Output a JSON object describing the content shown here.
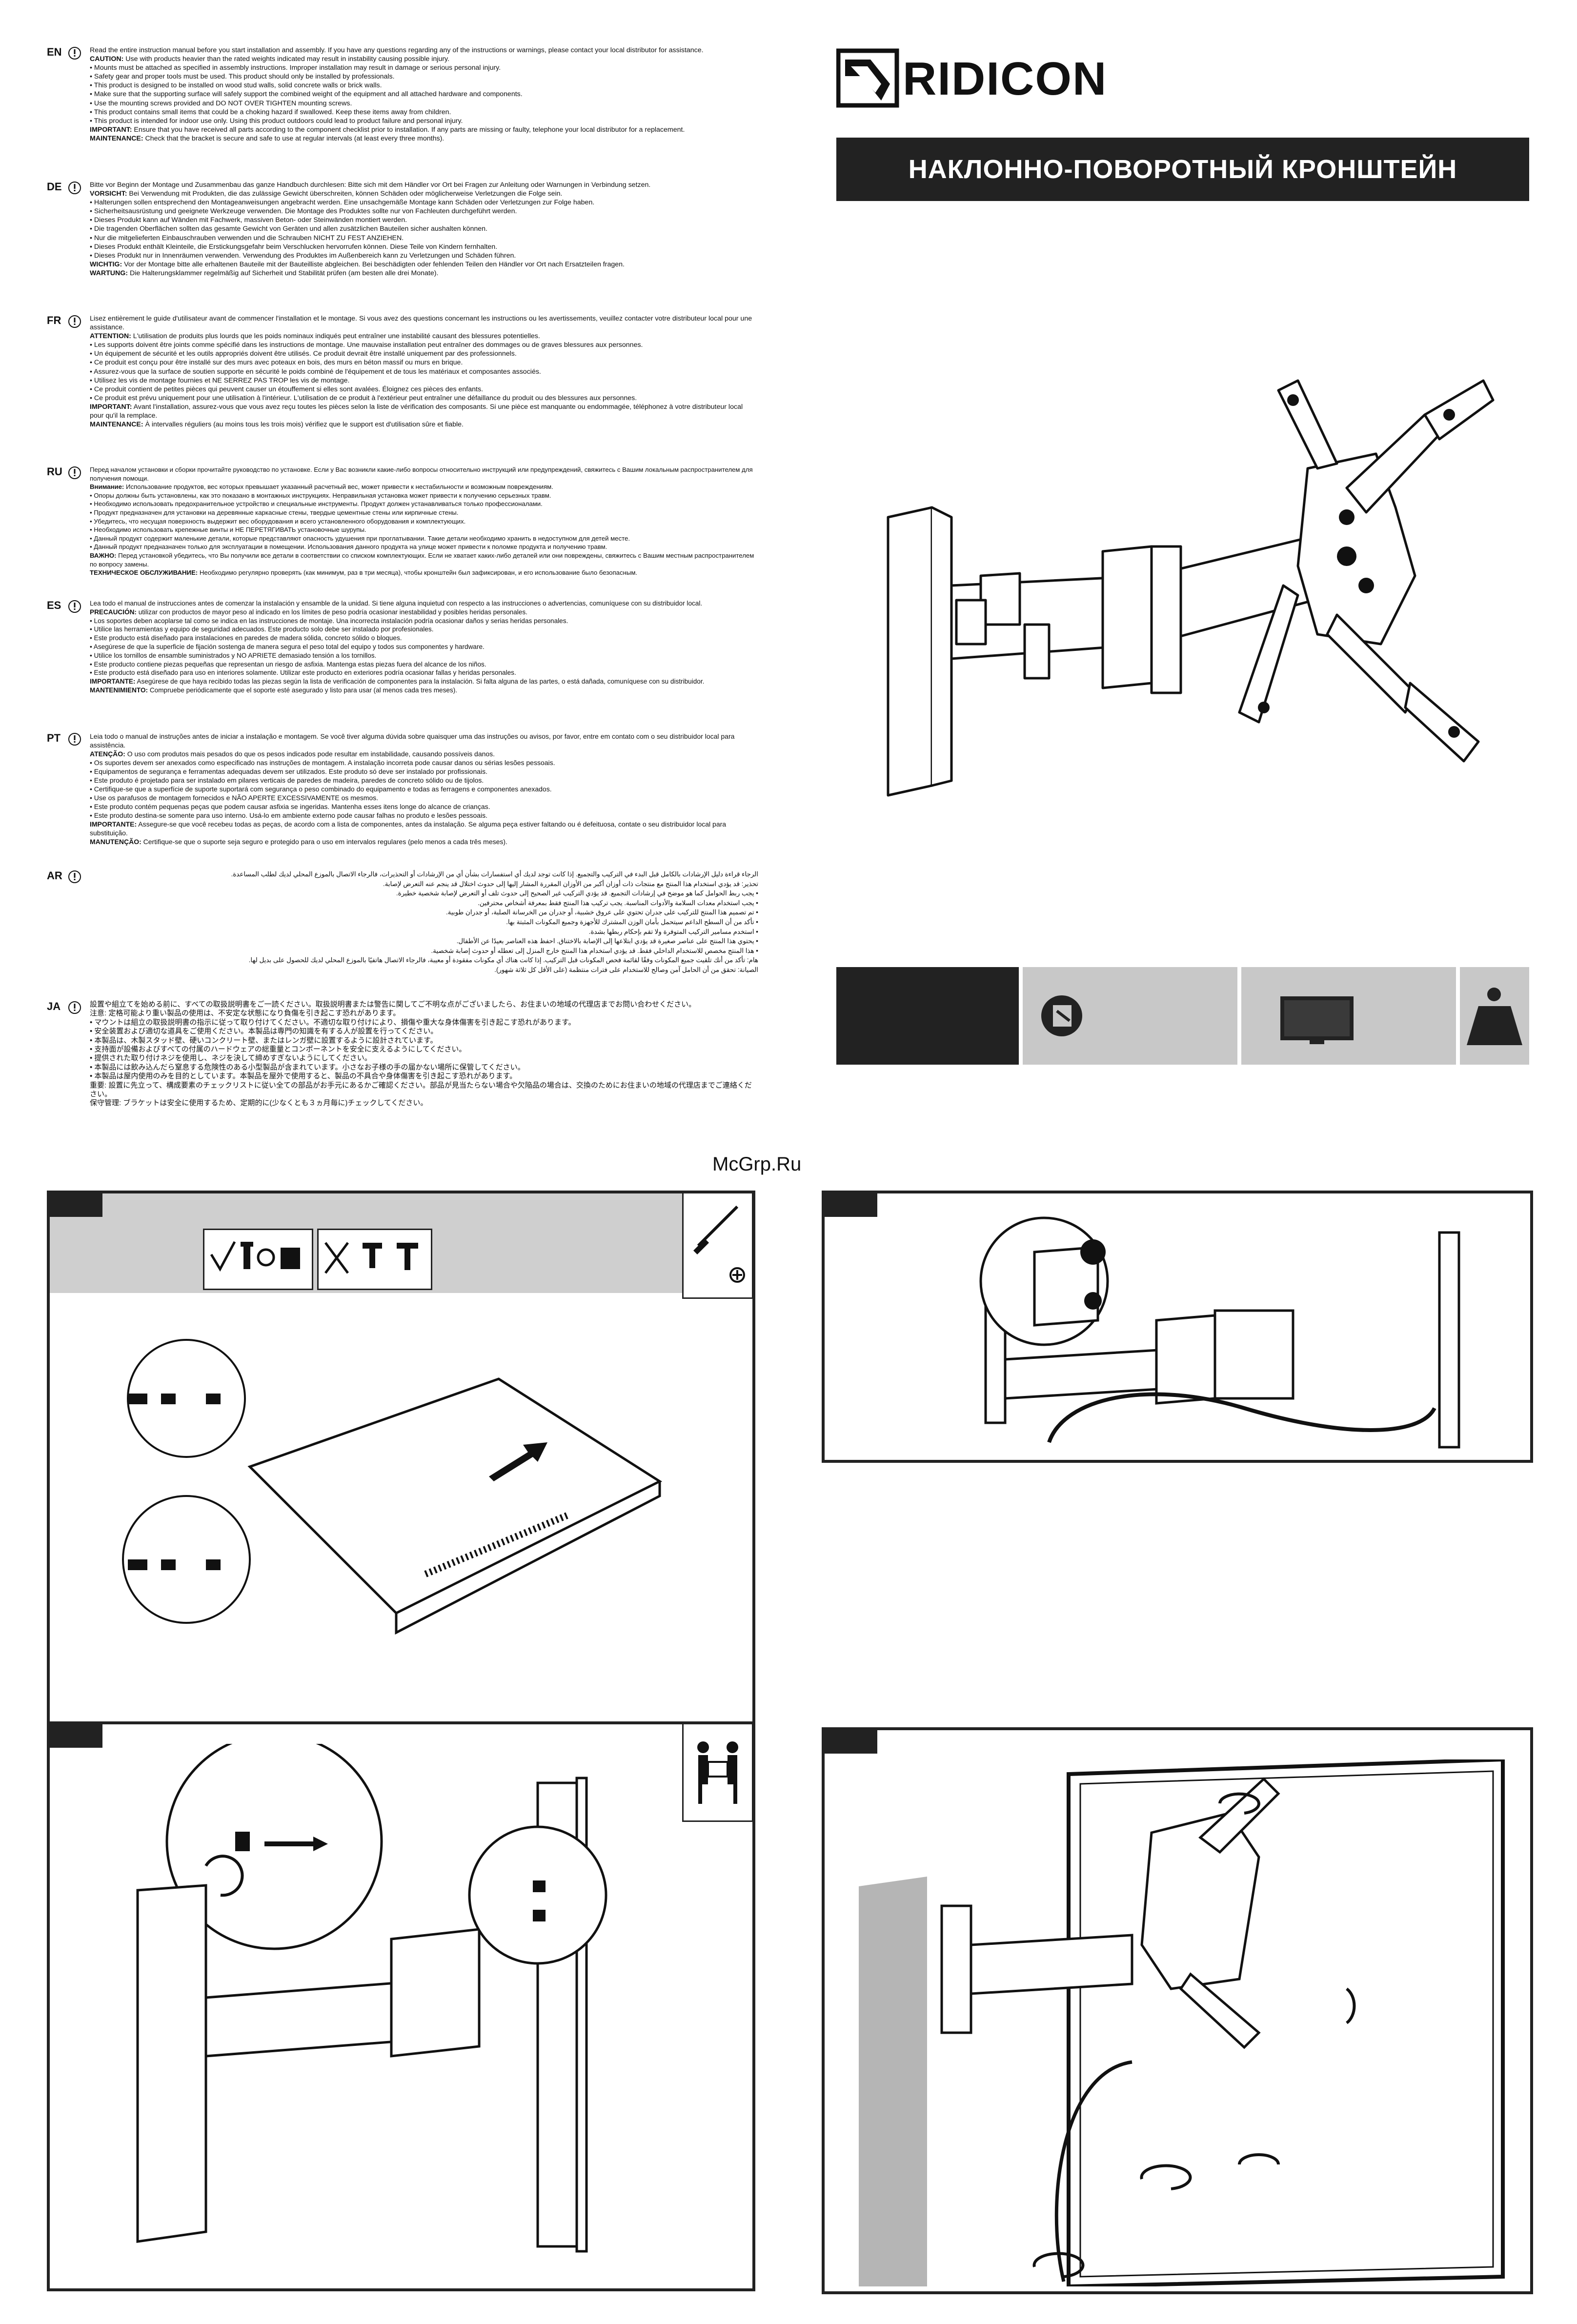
{
  "brand": {
    "name": "RIDICON"
  },
  "product_title": "НАКЛОННО-ПОВОРОТНЫЙ КРОНШТЕЙН",
  "watermark": "McGrp.Ru",
  "icons": [
    "wall-mount-icon",
    "tv-screen-icon",
    "weight-icon",
    "warning-icon",
    "screwdriver-icon",
    "two-person-lift-icon"
  ],
  "colors": {
    "dark": "#222222",
    "gray": "#c8c8c8",
    "white": "#ffffff"
  },
  "sections": [
    {
      "code": "EN",
      "lines": [
        "Read the entire instruction manual before you start installation and assembly. If you have any questions regarding any of the instructions or warnings, please contact your local distributor for assistance.",
        "CAUTION: Use with products heavier than the rated weights indicated may result in instability causing possible injury.",
        "• Mounts must be attached as specified in assembly instructions. Improper installation may result in damage or serious personal injury.",
        "• Safety gear and proper tools must be used. This product should only be installed by professionals.",
        "• This product is designed to be installed on wood stud walls, solid concrete walls or brick walls.",
        "• Make sure that the supporting surface will safely support the combined weight of the equipment and all attached hardware and components.",
        "• Use the mounting screws provided and DO NOT OVER TIGHTEN mounting screws.",
        "• This product contains small items that could be a choking hazard if swallowed. Keep these items away from children.",
        "• This product is intended for indoor use only. Using this product outdoors could lead to product failure and personal injury.",
        "IMPORTANT: Ensure that you have received all parts according to the component checklist prior to installation. If any parts are missing or faulty, telephone your local distributor for a replacement.",
        "MAINTENANCE: Check that the bracket is secure and safe to use at regular intervals (at least every three months)."
      ]
    },
    {
      "code": "DE",
      "lines": [
        "Bitte vor Beginn der Montage und Zusammenbau das ganze Handbuch durchlesen: Bitte sich mit dem Händler vor Ort bei Fragen zur Anleitung oder Warnungen in Verbindung setzen.",
        "VORSICHT: Bei Verwendung mit Produkten, die das zulässige Gewicht überschreiten, können Schäden oder möglicherweise Verletzungen die Folge sein.",
        "• Halterungen sollen entsprechend den Montageanweisungen angebracht werden. Eine unsachgemäße Montage kann Schäden oder Verletzungen zur Folge haben.",
        "• Sicherheitsausrüstung und geeignete Werkzeuge verwenden. Die Montage des Produktes sollte nur von Fachleuten durchgeführt werden.",
        "• Dieses Produkt kann auf Wänden mit Fachwerk, massiven Beton- oder Steinwänden montiert werden.",
        "• Die tragenden Oberflächen sollten das gesamte Gewicht von Geräten und allen zusätzlichen Bauteilen sicher aushalten können.",
        "• Nur die mitgelieferten Einbauschrauben verwenden und die Schrauben NICHT ZU FEST ANZIEHEN.",
        "• Dieses Produkt enthält Kleinteile, die Erstickungsgefahr beim Verschlucken hervorrufen können. Diese Teile von Kindern fernhalten.",
        "• Dieses Produkt nur in Innenräumen verwenden. Verwendung des Produktes im Außenbereich kann zu Verletzungen und Schäden führen.",
        "WICHTIG: Vor der Montage bitte alle erhaltenen Bauteile mit der Bauteilliste abgleichen. Bei beschädigten oder fehlenden Teilen den Händler vor Ort nach Ersatzteilen fragen.",
        "WARTUNG: Die Halterungsklammer regelmäßig auf Sicherheit und Stabilität prüfen (am besten alle drei Monate)."
      ]
    },
    {
      "code": "FR",
      "lines": [
        "Lisez entièrement le guide d'utilisateur avant de commencer l'installation et le montage. Si vous avez des questions concernant les instructions ou les avertissements, veuillez contacter votre distributeur local pour une assistance.",
        "ATTENTION: L'utilisation de produits plus lourds que les poids nominaux indiqués peut entraîner une instabilité causant des blessures potentielles.",
        "• Les supports doivent être joints comme spécifié dans les instructions de montage. Une mauvaise installation peut entraîner des dommages ou de graves blessures aux personnes.",
        "• Un équipement de sécurité et les outils appropriés doivent être utilisés. Ce produit devrait être installé uniquement par des professionnels.",
        "• Ce produit est conçu pour être installé sur des murs avec poteaux en bois, des murs en béton massif ou murs en brique.",
        "• Assurez-vous que la surface de soutien supporte en sécurité le poids combiné de l'équipement et de tous les matériaux et composantes associés.",
        "• Utilisez les vis de montage fournies et NE SERREZ PAS TROP les vis de montage.",
        "• Ce produit contient de petites pièces qui peuvent causer un étouffement si elles sont avalées. Éloignez ces pièces des enfants.",
        "• Ce produit est prévu uniquement pour une utilisation à l'intérieur. L'utilisation de ce produit à l'extérieur peut entraîner une défaillance du produit ou des blessures aux personnes.",
        "IMPORTANT: Avant l'installation, assurez-vous que vous avez reçu toutes les pièces selon la liste de vérification des composants. Si une pièce est manquante ou endommagée, téléphonez à votre distributeur local pour qu'il la remplace.",
        "MAINTENANCE: À intervalles réguliers (au moins tous les trois mois) vérifiez que le support est d'utilisation sûre et fiable."
      ]
    },
    {
      "code": "RU",
      "lines": [
        "Перед началом установки и сборки прочитайте руководство по установке. Если у Вас возникли какие-либо вопросы относительно инструкций или предупреждений, свяжитесь с Вашим локальным распространителем для получения помощи.",
        "Внимание: Использование продуктов, вес которых превышает указанный расчетный вес, может привести к нестабильности и возможным повреждениям.",
        "• Опоры должны быть установлены, как это показано в монтажных инструкциях. Неправильная установка может привести к получению серьезных травм.",
        "• Необходимо использовать предохранительное устройство и специальные инструменты. Продукт должен устанавливаться только профессионалами.",
        "• Продукт предназначен для установки на деревянные каркасные стены, твердые цементные стены или кирпичные стены.",
        "• Убедитесь, что несущая поверхность выдержит вес оборудования и всего установленного оборудования и комплектующих.",
        "• Необходимо использовать крепежные винты и НЕ ПЕРЕТЯГИВАТЬ установочные шурупы.",
        "• Данный продукт содержит маленькие детали, которые представляют опасность удушения при проглатывании. Такие детали необходимо хранить в недоступном для детей месте.",
        "• Данный продукт предназначен только для эксплуатации в помещении. Использования данного продукта на улице может привести к поломке продукта и получению травм.",
        "ВАЖНО: Перед установкой убедитесь, что Вы получили все детали в соответствии со списком комплектующих. Если не хватает каких-либо деталей или они повреждены, свяжитесь с Вашим местным распространителем по вопросу замены.",
        "ТЕХНИЧЕСКОЕ ОБСЛУЖИВАНИЕ: Необходимо регулярно проверять (как минимум, раз в три месяца), чтобы кронштейн был зафиксирован, и его использование было безопасным."
      ]
    },
    {
      "code": "ES",
      "lines": [
        "Lea todo el manual de instrucciones antes de comenzar la instalación y ensamble de la unidad. Si tiene alguna inquietud con respecto a las instrucciones o advertencias, comuníquese con su distribuidor local.",
        "PRECAUCIÓN: utilizar con productos de mayor peso al indicado en los límites de peso podría ocasionar inestabilidad y posibles heridas personales.",
        "• Los soportes deben acoplarse tal como se indica en las instrucciones de montaje. Una incorrecta instalación podría ocasionar daños y serias heridas personales.",
        "• Utilice las herramientas y equipo de seguridad adecuados. Este producto solo debe ser instalado por profesionales.",
        "• Este producto está diseñado para instalaciones en paredes de madera sólida, concreto sólido o bloques.",
        "• Asegúrese de que la superficie de fijación sostenga de manera segura el peso total del equipo y todos sus componentes y hardware.",
        "• Utilice los tornillos de ensamble suministrados y NO APRIETE demasiado tensión a los tornillos.",
        "• Este producto contiene piezas pequeñas que representan un riesgo de asfixia. Mantenga estas piezas fuera del alcance de los niños.",
        "• Este producto está diseñado para uso en interiores solamente. Utilizar este producto en exteriores podría ocasionar fallas y heridas personales.",
        "IMPORTANTE: Asegúrese de que haya recibido todas las piezas según la lista de verificación de componentes para la instalación. Si falta alguna de las partes, o está dañada, comuníquese con su distribuidor.",
        "MANTENIMIENTO: Compruebe periódicamente que el soporte esté asegurado y listo para usar (al menos cada tres meses)."
      ]
    },
    {
      "code": "PT",
      "lines": [
        "Leia todo o manual de instruções antes de iniciar a instalação e montagem. Se você tiver alguma dúvida sobre quaisquer uma das instruções ou avisos, por favor, entre em contato com o seu distribuidor local para assistência.",
        "ATENÇÃO: O uso com produtos mais pesados do que os pesos indicados pode resultar em instabilidade, causando possíveis danos.",
        "• Os suportes devem ser anexados como especificado nas instruções de montagem. A instalação incorreta pode causar danos ou sérias lesões pessoais.",
        "• Equipamentos de segurança e ferramentas adequadas devem ser utilizados. Este produto só deve ser instalado por profissionais.",
        "• Este produto é projetado para ser instalado em pilares verticais de paredes de madeira, paredes de concreto sólido ou de tijolos.",
        "• Certifique-se que a superfície de suporte suportará com segurança o peso combinado do equipamento e todas as ferragens e componentes anexados.",
        "• Use os parafusos de montagem fornecidos e NÃO APERTE EXCESSIVAMENTE os mesmos.",
        "• Este produto contém pequenas peças que podem causar asfixia se ingeridas. Mantenha esses itens longe do alcance de crianças.",
        "• Este produto destina-se somente para uso interno. Usá-lo em ambiente externo pode causar falhas no produto e lesões pessoais.",
        "IMPORTANTE: Assegure-se que você recebeu todas as peças, de acordo com a lista de componentes, antes da instalação. Se alguma peça estiver faltando ou é defeituosa, contate o seu distribuidor local para substituição.",
        "MANUTENÇÃO: Certifique-se que o suporte seja seguro e protegido para o uso em intervalos regulares (pelo menos a cada três meses)."
      ]
    },
    {
      "code": "AR",
      "rtl": true,
      "lines": [
        "الرجاء قراءة دليل الإرشادات بالكامل قبل البدء في التركيب والتجميع. إذا كانت توجد لديك أي استفسارات بشأن أي من الإرشادات أو التحذيرات، فالرجاء الاتصال بالموزع المحلي لديك لطلب المساعدة.",
        "تحذير: قد يؤدي استخدام هذا المنتج مع منتجات ذات أوزان أكبر من الأوزان المقررة المشار إليها إلى حدوث اختلال قد ينجم عنه التعرض لإصابة.",
        "• يجب ربط الحوامل كما هو موضح في إرشادات التجميع. قد يؤدي التركيب غير الصحيح إلى حدوث تلف أو التعرض لإصابة شخصية خطيرة.",
        "• يجب استخدام معدات السلامة والأدوات المناسبة. يجب تركيب هذا المنتج فقط بمعرفة أشخاص محترفين.",
        "• تم تصميم هذا المنتج للتركيب على جدران تحتوي على عروق خشبية، أو جدران من الخرسانة الصلبة، أو جدران طوبية.",
        "• تأكد من أن السطح الداعم سيتحمل بأمان الوزن المشترك للأجهزة وجميع المكونات المثبتة بها.",
        "• استخدم مسامير التركيب المتوفرة ولا تقم بإحكام ربطها بشدة.",
        "• يحتوي هذا المنتج على عناصر صغيرة قد يؤدي ابتلاعها إلى الإصابة بالاختناق. احفظ هذه العناصر بعيدًا عن الأطفال.",
        "• هذا المنتج مخصص للاستخدام الداخلي فقط. قد يؤدي استخدام هذا المنتج خارج المنزل إلى تعطله أو حدوث إصابة شخصية.",
        "هام: تأكد من أنك تلقيت جميع المكونات وفقًا لقائمة فحص المكونات قبل التركيب. إذا كانت هناك أي مكونات مفقودة أو معيبة، فالرجاء الاتصال هاتفيًا بالموزع المحلي لديك للحصول على بديل لها.",
        "الصيانة: تحقق من أن الحامل آمن وصالح للاستخدام على فترات منتظمة (على الأقل كل ثلاثة شهور)."
      ]
    },
    {
      "code": "JA",
      "lines": [
        "設置や組立てを始める前に、すべての取扱説明書をご一読ください。取扱説明書または警告に関してご不明な点がございましたら、お住まいの地域の代理店までお問い合わせください。",
        "注意: 定格可能より重い製品の使用は、不安定な状態になり負傷を引き起こす恐れがあります。",
        "• マウントは組立の取扱説明書の指示に従って取り付けてください。不適切な取り付けにより、損傷や重大な身体傷害を引き起こす恐れがあります。",
        "• 安全装置および適切な道具をご使用ください。本製品は専門の知識を有する人が設置を行ってください。",
        "• 本製品は、木製スタッド壁、硬いコンクリート壁、またはレンガ壁に設置するように設計されています。",
        "• 支持面が設備およびすべての付属のハードウェアの総重量とコンポーネントを安全に支えるようにしてください。",
        "• 提供された取り付けネジを使用し、ネジを決して締めすぎないようにしてください。",
        "• 本製品には飲み込んだら窒息する危険性のある小型製品が含まれています。小さなお子様の手の届かない場所に保管してください。",
        "• 本製品は屋内使用のみを目的としています。本製品を屋外で使用すると、製品の不具合や身体傷害を引き起こす恐れがあります。",
        "重要: 設置に先立って、構成要素のチェックリストに従い全ての部品がお手元にあるかご確認ください。部品が見当たらない場合や欠陥品の場合は、交換のためにお住まいの地域の代理店までご連絡ください。",
        "保守管理: ブラケットは安全に使用するため、定期的に(少なくとも３ヵ月毎に)チェックしてください。"
      ]
    }
  ]
}
